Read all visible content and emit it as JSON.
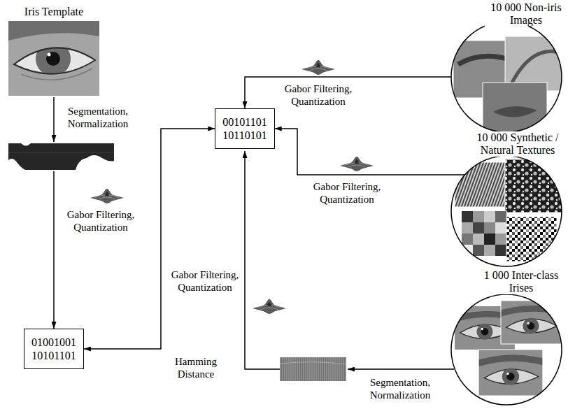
{
  "diagram": {
    "nodes": [
      {
        "text": [
          "10 000 Non-iris Images"
        ]
      },
      {
        "text": [
          "00101101 10110101"
        ]
      },
      {
        "text": [
          "10 000 Synthetic / Natural Textures"
        ]
      },
      {
        "text": [
          "1 000 Inter-class Irises"
        ]
      },
      {
        "text": [
          "01001001 10101101"
        ]
      }
    ],
    "edges": [
      {
        "from": 0,
        "to": 1,
        "arrow": "to",
        "label": "Gabor Filtering, Quantization"
      },
      {
        "from": 2,
        "to": 1,
        "arrow": "to",
        "label": "Gabor Filtering, Quantization"
      },
      {
        "from": 4,
        "to": 1,
        "arrow": "both",
        "label": "Hamming Distance"
      }
    ],
    "labels": [
      "Iris Template",
      "Segmentation, Normalization",
      "Gabor Filtering, Quantization",
      "Gabor Filtering, Quantization",
      "Segmentation, Normalization"
    ]
  }
}
